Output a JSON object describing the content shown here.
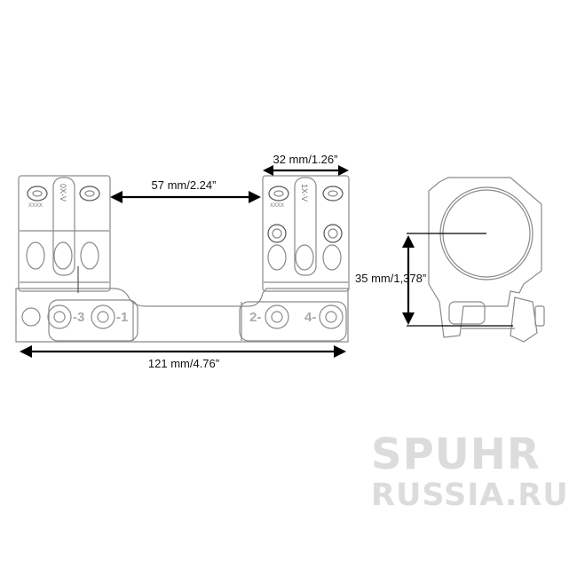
{
  "dimensions": {
    "ring_width": "32 mm/1.26”",
    "ring_spacing": "57 mm/2.24”",
    "total_length": "121 mm/4.76”",
    "center_height": "35 mm/1,378”"
  },
  "part_markings": {
    "front_ring": "0X-V",
    "rear_ring": "1X-V",
    "serial": "XXXX",
    "screw_numbers": [
      "-3",
      "-1",
      "2-",
      "4-"
    ]
  },
  "watermark": {
    "line1": "SPUHR",
    "line2": "RUSSIA.RU"
  }
}
